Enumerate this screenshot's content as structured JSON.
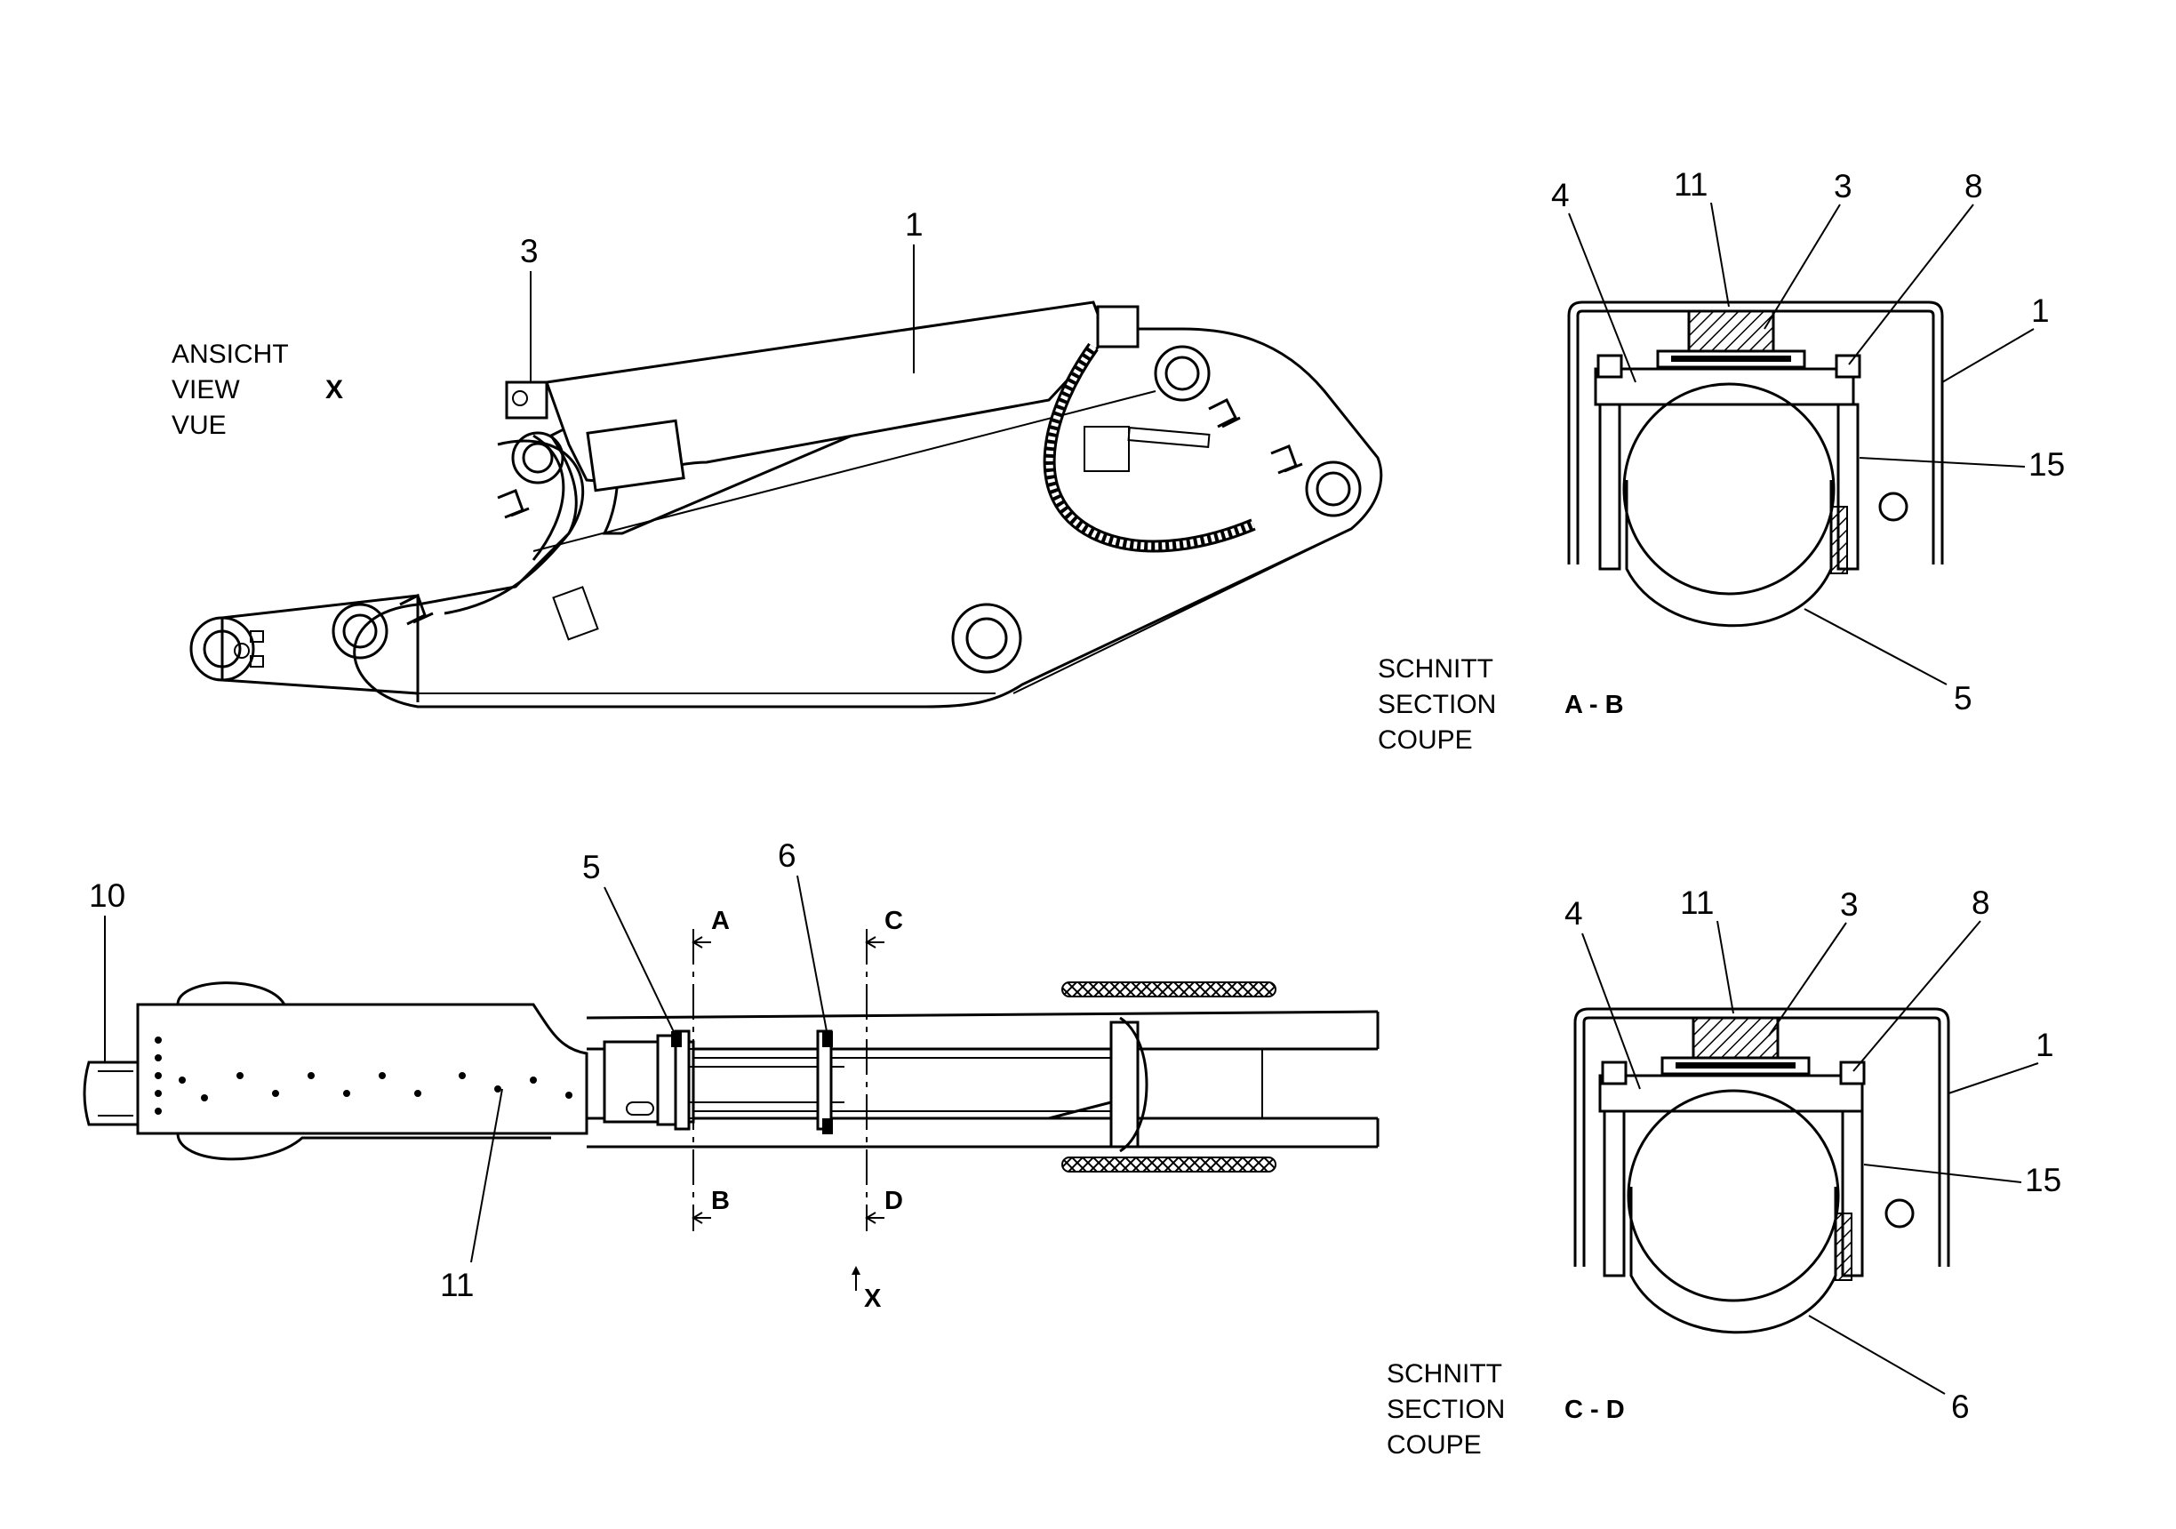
{
  "view_x": {
    "label_lines": [
      "ANSICHT",
      "VIEW",
      "VUE"
    ],
    "letter": "X",
    "callouts": [
      "1",
      "3"
    ]
  },
  "section_ab": {
    "label_lines": [
      "SCHNITT",
      "SECTION",
      "COUPE"
    ],
    "code": "A - B",
    "callouts": [
      "4",
      "11",
      "3",
      "8",
      "1",
      "15",
      "5"
    ]
  },
  "section_cd": {
    "label_lines": [
      "SCHNITT",
      "SECTION",
      "COUPE"
    ],
    "code": "C - D",
    "callouts": [
      "4",
      "11",
      "3",
      "8",
      "1",
      "15",
      "6"
    ]
  },
  "plan_view": {
    "callouts": [
      "10",
      "5",
      "6",
      "11"
    ],
    "cut_marks": [
      "A",
      "B",
      "C",
      "D"
    ],
    "view_arrow": "X"
  }
}
